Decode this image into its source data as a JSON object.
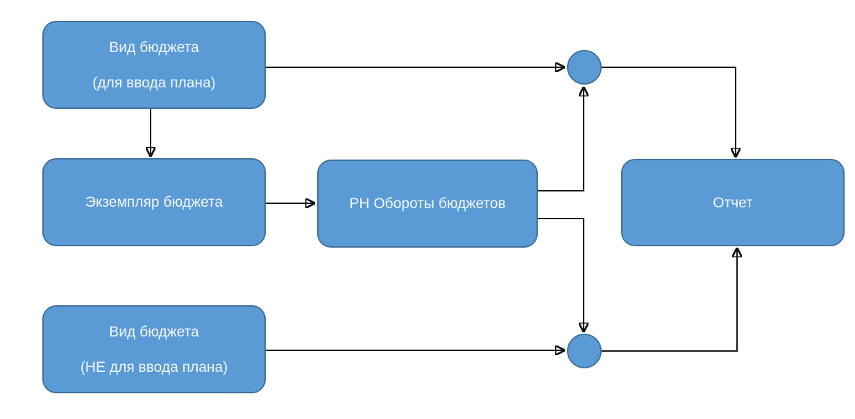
{
  "diagram": {
    "type": "flowchart",
    "colors": {
      "canvas_bg": "#ffffff",
      "node_fill": "#5b9bd5",
      "node_border": "#41719c",
      "node_text": "#f1f6fb",
      "connector": "#141414"
    },
    "nodes": {
      "budget_type_plan": {
        "line1": "Вид бюджета",
        "line2": "(для ввода плана)"
      },
      "budget_instance": {
        "label": "Экземпляр бюджета"
      },
      "rn_turnovers": {
        "label": "РН Обороты бюджетов"
      },
      "report": {
        "label": "Отчет"
      },
      "budget_type_no_plan": {
        "line1": "Вид бюджета",
        "line2": "(НЕ для ввода плана)"
      },
      "junction_top": {
        "label": ""
      },
      "junction_bottom": {
        "label": ""
      }
    },
    "edges": [
      {
        "from": "budget_type_plan",
        "to": "junction_top"
      },
      {
        "from": "budget_type_plan",
        "to": "budget_instance"
      },
      {
        "from": "budget_instance",
        "to": "rn_turnovers"
      },
      {
        "from": "rn_turnovers",
        "to": "junction_top"
      },
      {
        "from": "rn_turnovers",
        "to": "junction_bottom"
      },
      {
        "from": "junction_top",
        "to": "report"
      },
      {
        "from": "budget_type_no_plan",
        "to": "junction_bottom"
      },
      {
        "from": "junction_bottom",
        "to": "report"
      }
    ]
  }
}
